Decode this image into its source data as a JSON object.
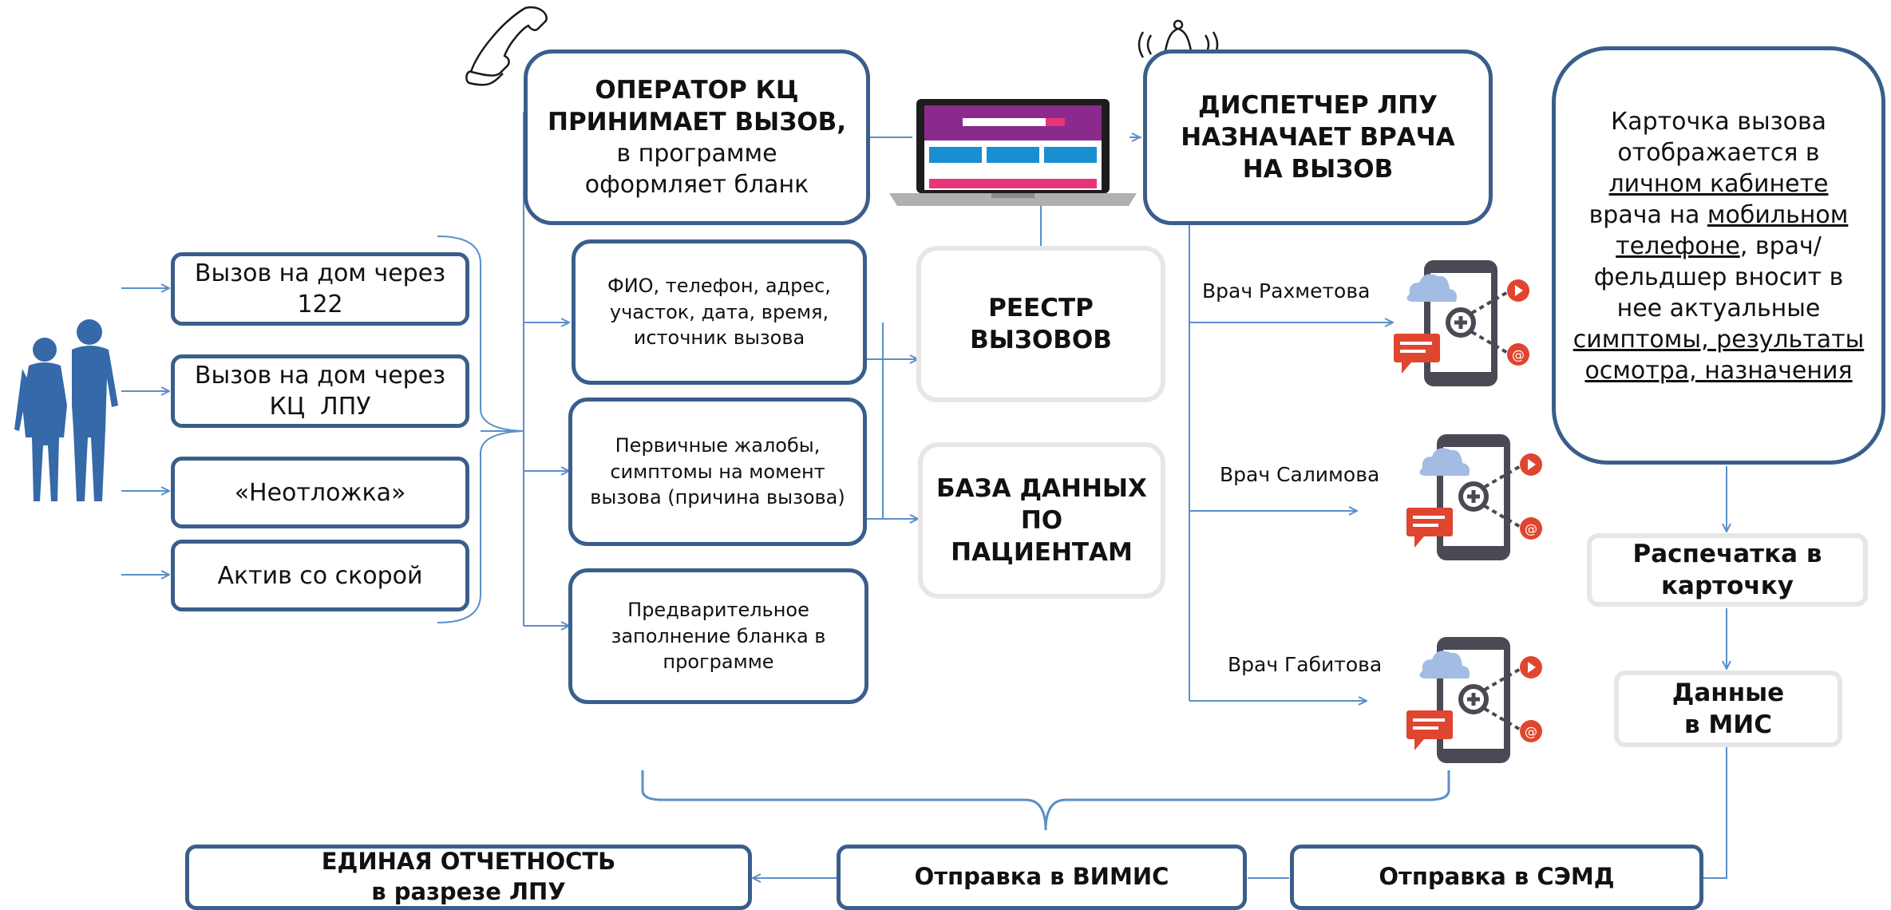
{
  "sources": {
    "home_122": "Вызов на дом через 122",
    "home_kc": "Вызов на дом через КЦ  ЛПУ",
    "urgent": "«Неотложка»",
    "active": "Актив со скорой"
  },
  "operator": {
    "title": "ОПЕРАТОР КЦ ПРИНИМАЕТ ВЫЗОВ,",
    "subtitle": "в программе оформляет бланк"
  },
  "fields": {
    "contact": "ФИО, телефон, адрес, участок, дата, время, источник вызова",
    "complaints": "Первичные жалобы, симптомы на момент вызова (причина вызова)",
    "prefill": "Предварительное заполнение бланка в программе"
  },
  "registry": "РЕЕСТР ВЫЗОВОВ",
  "patient_db": "БАЗА ДАННЫХ ПО ПАЦИЕНТАМ",
  "dispatcher": "ДИСПЕТЧЕР ЛПУ НАЗНАЧАЕТ ВРАЧА НА ВЫЗОВ",
  "doctors": [
    "Врач Рахметова",
    "Врач Салимова",
    "Врач Габитова"
  ],
  "card": {
    "p1": "Карточка вызова отображается в ",
    "u1": "личном кабинете ",
    "p2": "врача на ",
    "u2": "мобильном телефоне",
    "p3": ", врач/фельдшер вносит в нее актуальные ",
    "u3": "симптомы, результаты осмотра, назначения"
  },
  "printout": "Распечатка в карточку",
  "mis_line1": "Данные",
  "mis_line2": "в МИС",
  "bottom": {
    "report_line1": "ЕДИНАЯ ОТЧЕТНОСТЬ",
    "report_line2": "в разрезе ЛПУ",
    "vimis": "Отправка в ВИМИС",
    "semd": "Отправка в СЭМД"
  },
  "icons": [
    "people-icon",
    "phone-icon",
    "bell-icon",
    "laptop-icon",
    "smartphone-icon"
  ],
  "colors": {
    "line": "#5b8fc8",
    "border": "#3a5e8c",
    "people": "#3569a8",
    "gray_border": "#e6e6e6"
  }
}
